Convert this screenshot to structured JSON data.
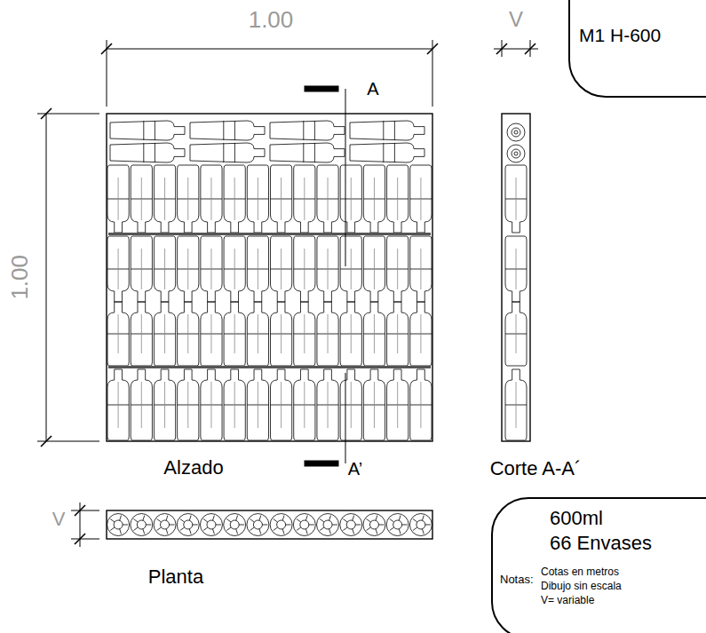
{
  "diagram": {
    "nodes": [
      {
        "text": [
          "M1 H-600"
        ]
      },
      {
        "text": [
          "600ml",
          "66 Envases",
          "Notas:",
          "Cotas en metros",
          "Dibujo sin escala",
          "V= variable"
        ]
      }
    ],
    "labels": [
      "1.00",
      "V",
      "A",
      "1.00",
      "A’",
      "Alzado",
      "Corte A-A´",
      "V",
      "Planta"
    ]
  }
}
